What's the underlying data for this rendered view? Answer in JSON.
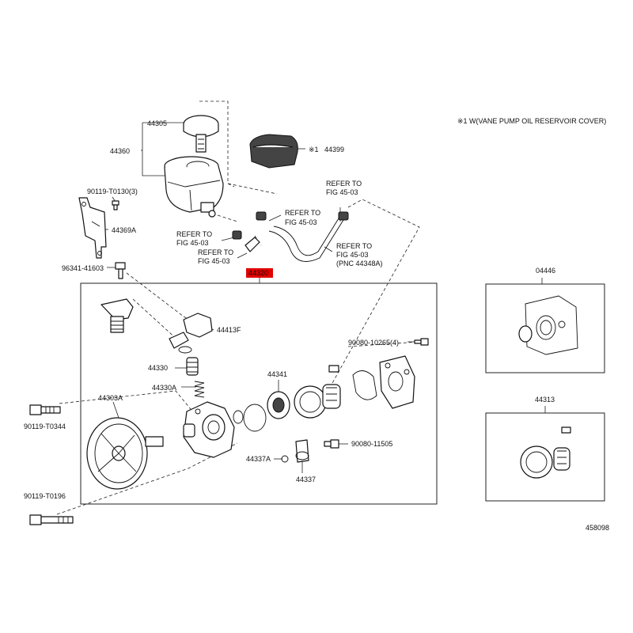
{
  "diagram": {
    "highlight_color": "#e00000",
    "note": "※1 W(VANE PUMP OIL RESERVOIR COVER)",
    "figure_id": "458098",
    "highlighted_part": "44320",
    "labels": {
      "p44305": "44305",
      "p44360": "44360",
      "p44399_mark": "※1",
      "p44399": "44399",
      "p90119_t0130": "90119-T0130(3)",
      "p44369a": "44369A",
      "p96341": "96341-41603",
      "p44413f": "44413F",
      "p44330": "44330",
      "p44330a": "44330A",
      "p44303a": "44303A",
      "p44341": "44341",
      "p90080_10265": "90080-10265(4)",
      "p90119_t0344": "90119-T0344",
      "p90080_11505": "90080-11505",
      "p44337a": "44337A",
      "p44337": "44337",
      "p90119_t0196": "90119-T0196",
      "p04446": "04446",
      "p44313": "44313"
    },
    "refer_notes": {
      "a_line1": "REFER TO",
      "a_line2": "FIG 45-03",
      "b_line1": "REFER TO",
      "b_line2": "FIG 45-03",
      "c_line1": "REFER TO",
      "c_line2": "FIG 45-03",
      "d_line1": "REFER TO",
      "d_line2": "FIG 45-03",
      "e_line1": "REFER TO",
      "e_line2": "FIG 45-03",
      "e_line3": "(PNC 44348A)"
    }
  }
}
